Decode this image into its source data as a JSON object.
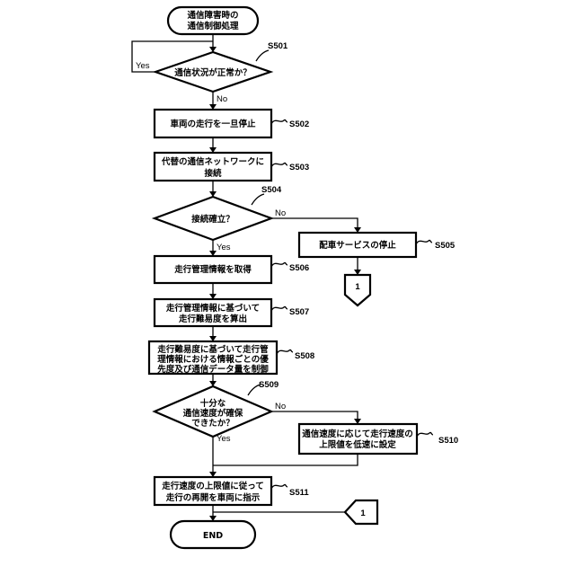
{
  "start": {
    "line1": "通信障害時の",
    "line2": "通信制御処理"
  },
  "end": {
    "label": "END"
  },
  "steps": {
    "s501": {
      "id": "S501",
      "text": "通信状況が正常か？",
      "yes": "Yes",
      "no": "No"
    },
    "s502": {
      "id": "S502",
      "text": "車両の走行を一旦停止"
    },
    "s503": {
      "id": "S503",
      "line1": "代替の通信ネットワークに",
      "line2": "接続"
    },
    "s504": {
      "id": "S504",
      "text": "接続確立？",
      "yes": "Yes",
      "no": "No"
    },
    "s505": {
      "id": "S505",
      "text": "配車サービスの停止"
    },
    "s506": {
      "id": "S506",
      "text": "走行管理情報を取得"
    },
    "s507": {
      "id": "S507",
      "line1": "走行管理情報に基づいて",
      "line2": "走行難易度を算出"
    },
    "s508": {
      "id": "S508",
      "line1": "走行難易度に基づいて走行管",
      "line2": "理情報における情報ごとの優",
      "line3": "先度及び通信データ量を制御"
    },
    "s509": {
      "id": "S509",
      "line1": "十分な",
      "line2": "通信速度が確保",
      "line3": "できたか？",
      "yes": "Yes",
      "no": "No"
    },
    "s510": {
      "id": "S510",
      "line1": "通信速度に応じて走行速度の",
      "line2": "上限値を低速に設定"
    },
    "s511": {
      "id": "S511",
      "line1": "走行速度の上限値に従って",
      "line2": "走行の再開を車両に指示"
    }
  },
  "connector": {
    "out_label": "1",
    "in_label": "1"
  }
}
